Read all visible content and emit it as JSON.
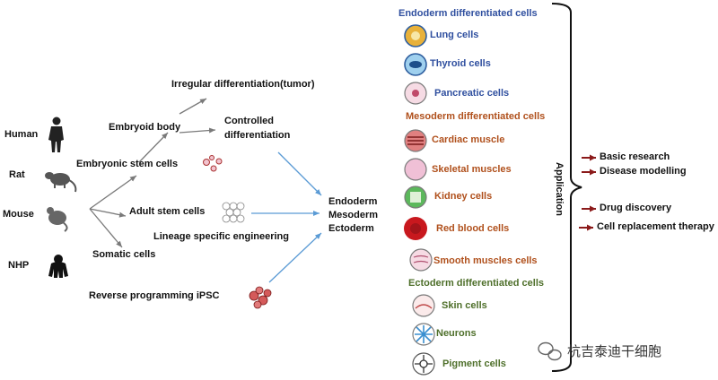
{
  "species": [
    "Human",
    "Rat",
    "Mouse",
    "NHP"
  ],
  "sources": {
    "embryonic": "Embryonic stem cells",
    "adult": "Adult stem cells",
    "somatic": "Somatic cells"
  },
  "processes": {
    "embryoid_body": "Embryoid body",
    "irregular": "Irregular differentiation(tumor)",
    "controlled": [
      "Controlled",
      "differentiation"
    ],
    "lineage": "Lineage specific engineering",
    "reverse": "Reverse programming iPSC"
  },
  "germ_layers": [
    "Endoderm",
    "Mesoderm",
    "Ectoderm"
  ],
  "sections": {
    "endoderm": {
      "title": "Endoderm differentiated cells",
      "color": "#2f4f9f",
      "cells": [
        "Lung cells",
        "Thyroid cells",
        "Pancreatic cells"
      ]
    },
    "mesoderm": {
      "title": "Mesoderm differentiated cells",
      "color": "#b0501c",
      "cells": [
        "Cardiac muscle",
        "Skeletal muscles",
        "Kidney cells",
        "Red blood cells",
        "Smooth muscles  cells"
      ]
    },
    "ectoderm": {
      "title": "Ectoderm differentiated cells",
      "color": "#4e6f2a",
      "cells": [
        "Skin cells",
        "Neurons",
        "Pigment cells"
      ]
    }
  },
  "application_label": "Application",
  "applications": [
    "Basic research",
    "Disease modelling",
    "Drug discovery",
    "Cell replacement therapy"
  ],
  "watermark": "杭吉泰迪干细胞",
  "colors": {
    "arrow_gray": "#7a7a7a",
    "arrow_blue": "#5b9bd5",
    "arrow_red": "#8b1a1a"
  }
}
